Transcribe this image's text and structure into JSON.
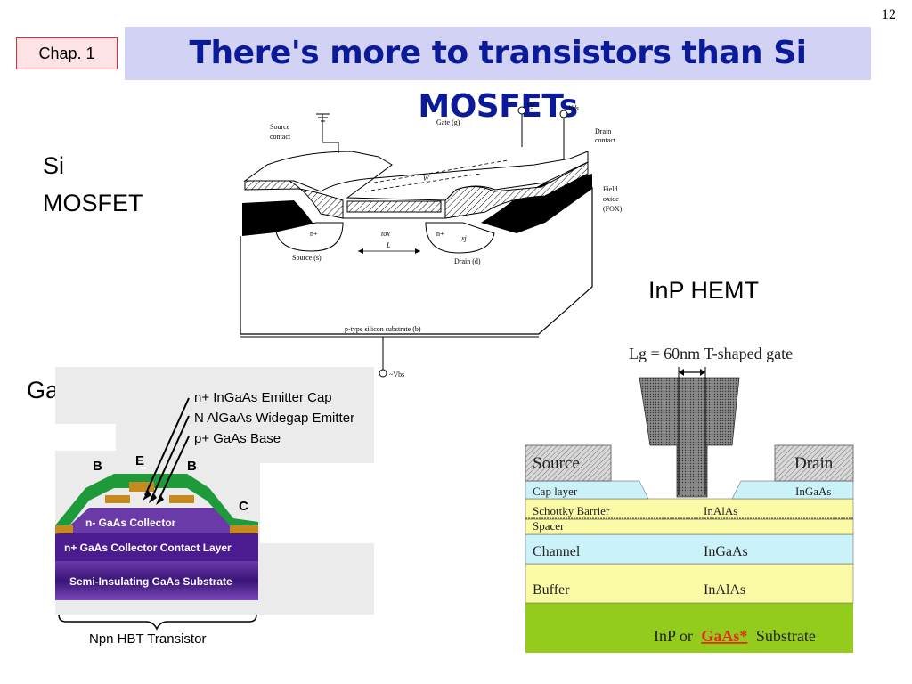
{
  "slide": {
    "page_number": "12",
    "chapter": "Chap. 1",
    "title": "There's more to transistors than Si MOSFETs"
  },
  "sections": {
    "mosfet_line1": "Si",
    "mosfet_line2": "MOSFET",
    "hemt": "InP HEMT",
    "hbt": "GaAs HBT"
  },
  "mosfet": {
    "source_contact_1": "Source",
    "source_contact_2": "contact",
    "gate": "Gate (g)",
    "vg": "Vg",
    "vds": "Vds",
    "drain_contact_1": "Drain",
    "drain_contact_2": "contact",
    "width": "W",
    "field_oxide_1": "Field",
    "field_oxide_2": "oxide",
    "field_oxide_3": "(FOX)",
    "n_plus": "n+",
    "tox": "tox",
    "xj": "xj",
    "source": "Source (s)",
    "length": "L",
    "drain": "Drain (d)",
    "substrate": "p-type silicon substrate (b)",
    "vbs": "~Vbs"
  },
  "hbt": {
    "emitter_cap": "n+ InGaAs Emitter Cap",
    "widegap_emitter": "N AlGaAs Widegap Emitter",
    "base": "p+ GaAs Base",
    "b_left": "B",
    "e": "E",
    "b_right": "B",
    "c": "C",
    "collector": "n- GaAs Collector",
    "collector_contact": "n+ GaAs Collector Contact Layer",
    "substrate": "Semi-Insulating GaAs Substrate",
    "caption": "Npn HBT Transistor",
    "colors": {
      "green": "#1f9a3a",
      "purple": "#3a1478",
      "contact": "#c78a1e"
    }
  },
  "hemt": {
    "gate_caption": "Lg = 60nm T-shaped gate",
    "source": "Source",
    "drain": "Drain",
    "cap_layer": "Cap layer",
    "cap_material": "InGaAs",
    "schottky": "Schottky Barrier",
    "schottky_material": "InAlAs",
    "spacer": "Spacer",
    "channel": "Channel",
    "channel_material": "InGaAs",
    "buffer": "Buffer",
    "buffer_material": "InAlAs",
    "substrate_prefix": "InP or",
    "substrate_highlight": "GaAs*",
    "substrate_suffix": "Substrate",
    "colors": {
      "cyan": "#cbf2f8",
      "yellow": "#fbfaa6",
      "green": "#94cc1e",
      "red": "#e03010"
    }
  }
}
